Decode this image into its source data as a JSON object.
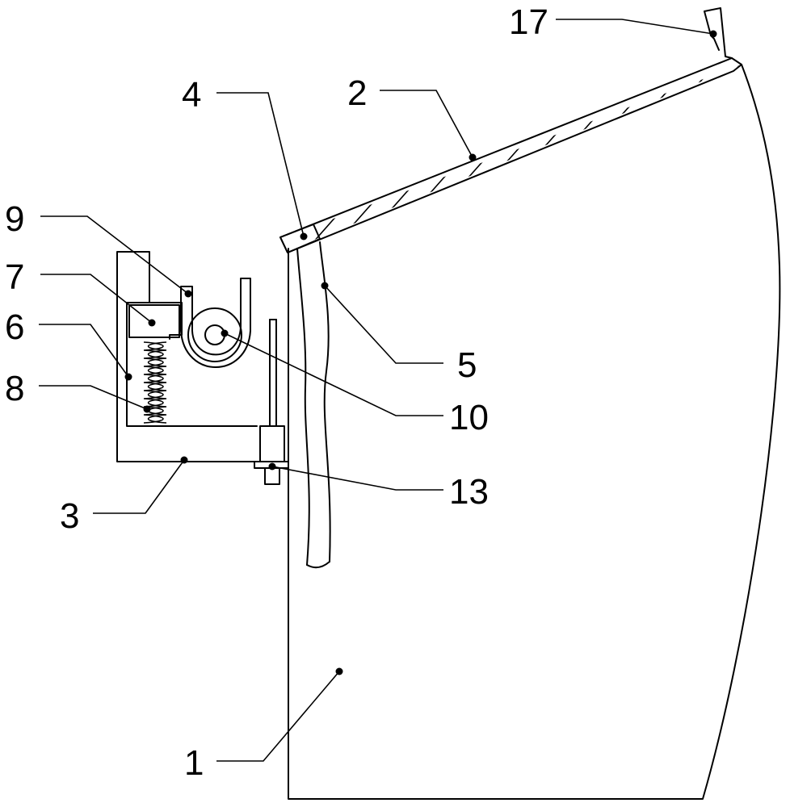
{
  "figure": {
    "labels": {
      "body": "1",
      "lid": "2",
      "bracket": "3",
      "hinge": "4",
      "strap": "5",
      "housing": "6",
      "block": "7",
      "spring": "8",
      "hook": "9",
      "roller": "10",
      "bolt": "13",
      "tab": "17"
    }
  }
}
